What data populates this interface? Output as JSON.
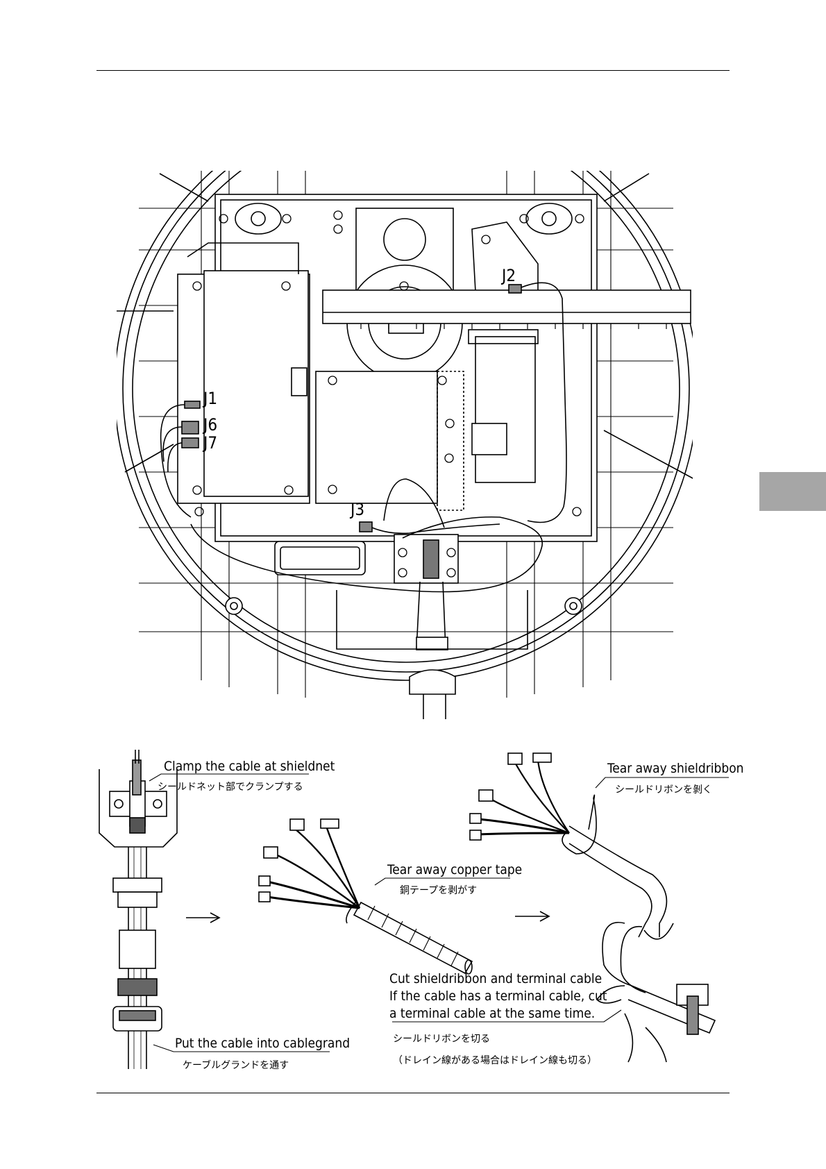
{
  "connectors": {
    "j1": "J1",
    "j2": "J2",
    "j3": "J3",
    "j6": "J6",
    "j7": "J7"
  },
  "steps": {
    "clamp_en": "Clamp the cable at shieldnet",
    "clamp_ja": "シールドネット部でクランプする",
    "gland_en": "Put the cable into cablegrand",
    "gland_ja": "ケーブルグランドを通す",
    "copper_en": "Tear away copper tape",
    "copper_ja": "銅テープを剥がす",
    "shield_en": "Tear away shieldribbon",
    "shield_ja": "シールドリボンを剝く",
    "cut_en_1": "Cut shieldribbon and terminal cable",
    "cut_en_2": "If the cable has a terminal cable, cut",
    "cut_en_3": "a terminal cable at the same time.",
    "cut_ja_1": "シールドリボンを切る",
    "cut_ja_2": "（ドレイン線がある場合はドレイン線も切る）"
  }
}
